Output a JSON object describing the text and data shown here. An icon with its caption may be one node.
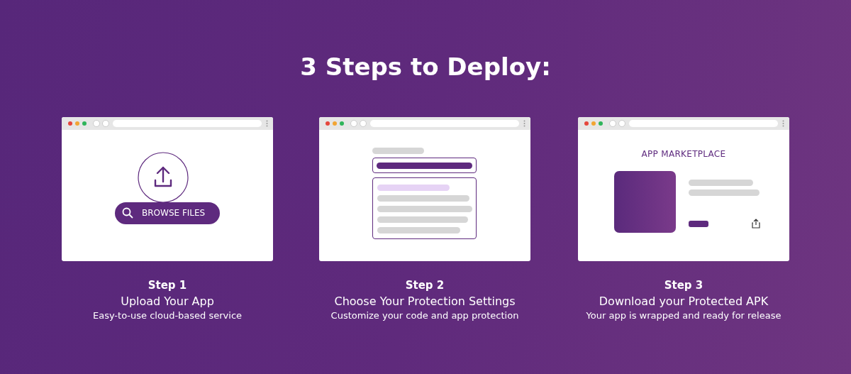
{
  "diagram": {
    "title": "3 Steps to Deploy:",
    "nodes": [
      {
        "text": [
          "BROWSE FILES"
        ],
        "beside": [
          "Step 1",
          "Upload Your App",
          "Easy-to-use cloud-based service"
        ]
      },
      {
        "text": [],
        "shape": "box",
        "beside": [
          "Step 2",
          "Choose Your Protection Settings",
          "Customize your code and app protection"
        ]
      },
      {
        "text": [
          "APP MARKETPLACE"
        ],
        "beside": [
          "Step 3",
          "Download your Protected APK",
          "Your app is wrapped and ready for release"
        ]
      }
    ],
    "edges": []
  }
}
